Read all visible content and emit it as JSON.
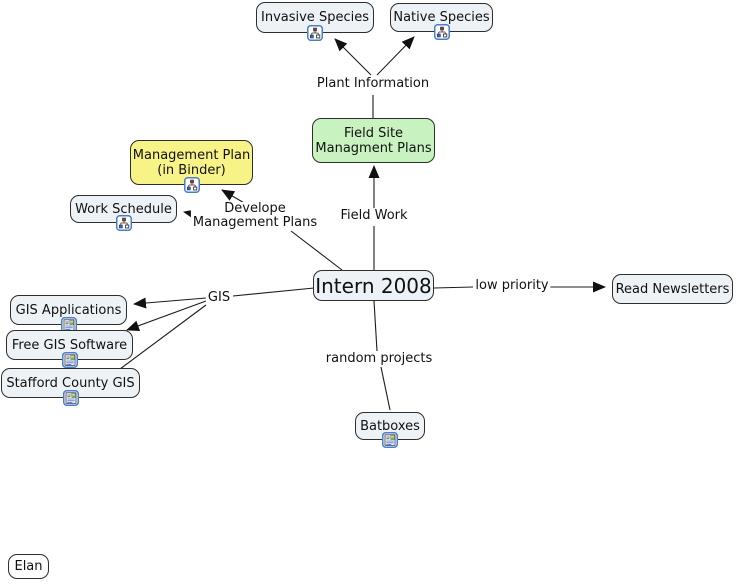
{
  "app": {
    "type": "concept-map-canvas",
    "background": "#ffffff"
  },
  "colors": {
    "node_fill": "#edf2f7",
    "green_node": "#c9f2c1",
    "yellow_node": "#f7f387",
    "node_border": "#2e2e2e",
    "edge_line": "#1c1c1c",
    "icon_border_blue": "#4a7ccc",
    "icon_node_blue": "#3a66cc"
  },
  "nodes": {
    "invasive_species": {
      "label": "Invasive Species",
      "icon": "mindmap-icon"
    },
    "native_species": {
      "label": "Native Species",
      "icon": "mindmap-icon"
    },
    "field_site": {
      "label": "Field Site\nManagment Plans",
      "color": "#c9f2c1"
    },
    "management_plan": {
      "label": "Management Plan\n(in Binder)",
      "icon": "mindmap-icon",
      "color": "#f7f387"
    },
    "work_schedule": {
      "label": "Work Schedule",
      "icon": "mindmap-icon"
    },
    "intern_2008": {
      "label": "Intern 2008"
    },
    "gis_applications": {
      "label": "GIS Applications",
      "icon": "document-icon"
    },
    "free_gis_software": {
      "label": "Free GIS Software",
      "icon": "document-icon"
    },
    "stafford_county_gis": {
      "label": "Stafford County GIS",
      "icon": "document-icon"
    },
    "read_newsletters": {
      "label": "Read Newsletters"
    },
    "batboxes": {
      "label": "Batboxes",
      "icon": "document-icon"
    },
    "elan": {
      "label": "Elan"
    }
  },
  "edge_labels": {
    "plant_information": "Plant Information",
    "field_work": "Field Work",
    "develope_management_plans": "Develope\nManagement Plans",
    "gis": "GIS",
    "low_priority": "low priority",
    "random_projects": "random projects"
  }
}
